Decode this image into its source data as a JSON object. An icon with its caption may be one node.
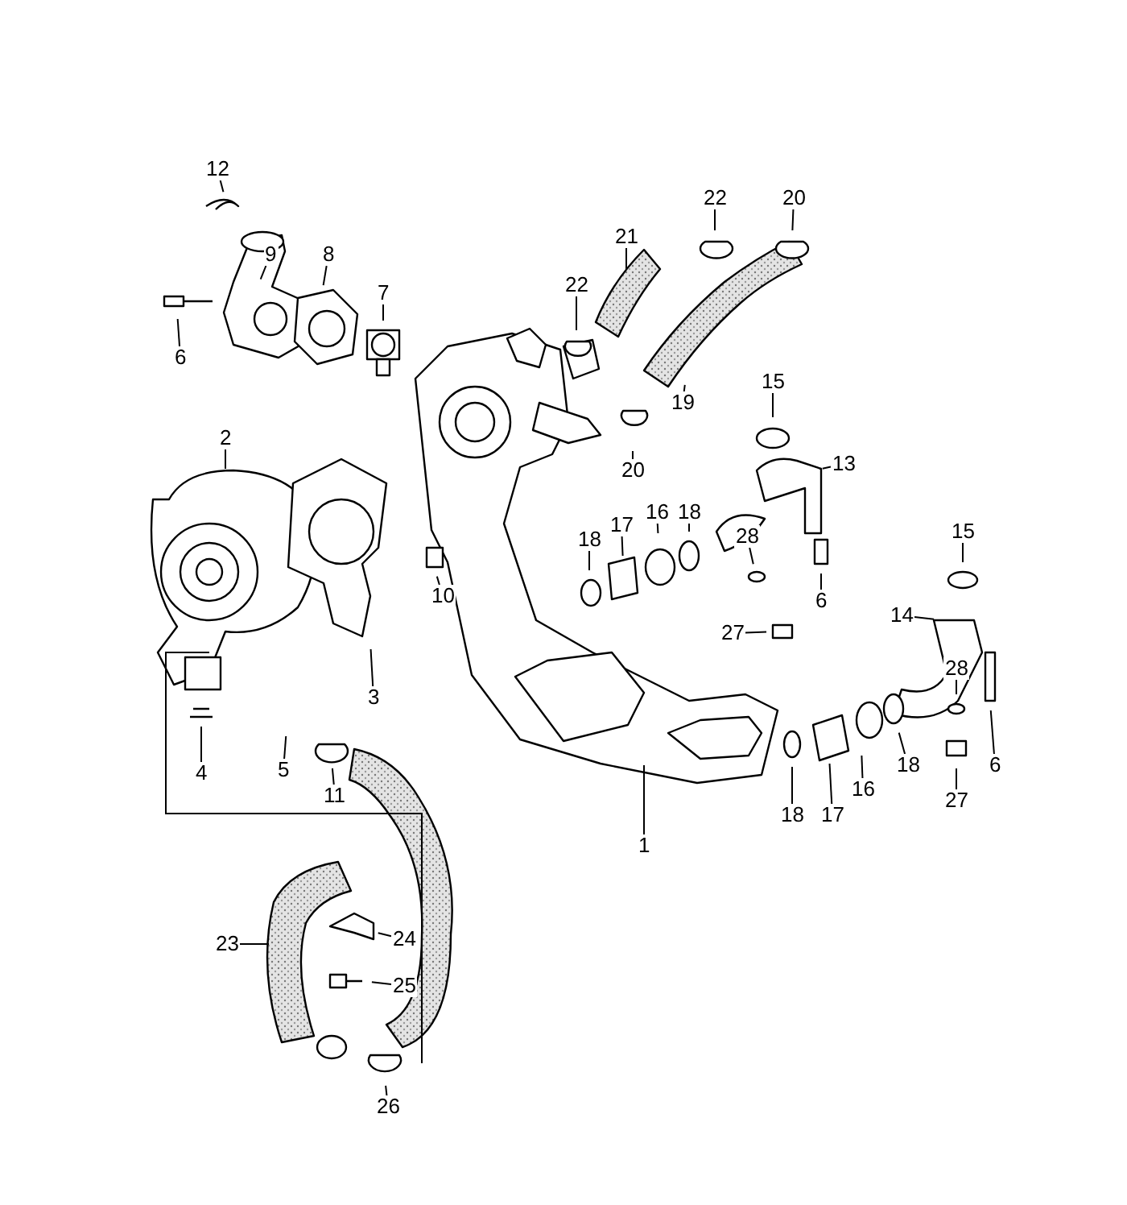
{
  "diagram": {
    "nodes": [
      {
        "text": [
          "12"
        ]
      },
      {
        "text": [
          "22"
        ]
      },
      {
        "text": [
          "20"
        ]
      },
      {
        "text": [
          "21"
        ]
      },
      {
        "text": [
          "9"
        ]
      },
      {
        "text": [
          "8"
        ]
      },
      {
        "text": [
          "22"
        ]
      },
      {
        "text": [
          "7"
        ]
      },
      {
        "text": [
          "6"
        ]
      },
      {
        "text": [
          "15"
        ]
      },
      {
        "text": [
          "19"
        ]
      },
      {
        "text": [
          "2"
        ]
      },
      {
        "text": [
          "20"
        ]
      },
      {
        "text": [
          "13"
        ]
      },
      {
        "text": [
          "16"
        ]
      },
      {
        "text": [
          "18"
        ]
      },
      {
        "text": [
          "15"
        ]
      },
      {
        "text": [
          "18"
        ]
      },
      {
        "text": [
          "17"
        ]
      },
      {
        "text": [
          "28"
        ]
      },
      {
        "text": [
          "10"
        ]
      },
      {
        "text": [
          "6"
        ]
      },
      {
        "text": [
          "27"
        ]
      },
      {
        "text": [
          "14"
        ]
      },
      {
        "text": [
          "3"
        ]
      },
      {
        "text": [
          "28"
        ]
      },
      {
        "text": [
          "18"
        ]
      },
      {
        "text": [
          "16"
        ]
      },
      {
        "text": [
          "6"
        ]
      },
      {
        "text": [
          "4"
        ]
      },
      {
        "text": [
          "5"
        ]
      },
      {
        "text": [
          "11"
        ]
      },
      {
        "text": [
          "27"
        ]
      },
      {
        "text": [
          "18"
        ]
      },
      {
        "text": [
          "17"
        ]
      },
      {
        "text": [
          "1"
        ]
      },
      {
        "text": [
          "24"
        ]
      },
      {
        "text": [
          "23"
        ]
      },
      {
        "text": [
          "25"
        ]
      },
      {
        "text": [
          "26"
        ]
      }
    ],
    "edges": [
      {
        "from": 0,
        "to": null,
        "arrow": "none"
      },
      {
        "from": 1,
        "to": null,
        "arrow": "none"
      },
      {
        "from": 2,
        "to": null,
        "arrow": "none"
      },
      {
        "from": 3,
        "to": null,
        "arrow": "none"
      },
      {
        "from": 4,
        "to": null,
        "arrow": "none"
      },
      {
        "from": 5,
        "to": null,
        "arrow": "none"
      },
      {
        "from": 6,
        "to": null,
        "arrow": "none"
      },
      {
        "from": 7,
        "to": null,
        "arrow": "none"
      },
      {
        "from": 8,
        "to": null,
        "arrow": "none"
      },
      {
        "from": 9,
        "to": null,
        "arrow": "none"
      },
      {
        "from": 10,
        "to": null,
        "arrow": "none"
      },
      {
        "from": 11,
        "to": null,
        "arrow": "none"
      },
      {
        "from": 12,
        "to": null,
        "arrow": "none"
      },
      {
        "from": 13,
        "to": null,
        "arrow": "none"
      },
      {
        "from": 14,
        "to": null,
        "arrow": "none"
      },
      {
        "from": 15,
        "to": null,
        "arrow": "none"
      },
      {
        "from": 16,
        "to": null,
        "arrow": "none"
      },
      {
        "from": 17,
        "to": null,
        "arrow": "none"
      },
      {
        "from": 18,
        "to": null,
        "arrow": "none"
      },
      {
        "from": 19,
        "to": null,
        "arrow": "none"
      },
      {
        "from": 20,
        "to": null,
        "arrow": "none"
      },
      {
        "from": 21,
        "to": null,
        "arrow": "none"
      },
      {
        "from": 22,
        "to": null,
        "arrow": "none"
      },
      {
        "from": 23,
        "to": null,
        "arrow": "none"
      },
      {
        "from": 24,
        "to": null,
        "arrow": "none"
      },
      {
        "from": 25,
        "to": null,
        "arrow": "none"
      },
      {
        "from": 26,
        "to": null,
        "arrow": "none"
      },
      {
        "from": 27,
        "to": null,
        "arrow": "none"
      },
      {
        "from": 28,
        "to": null,
        "arrow": "none"
      },
      {
        "from": 29,
        "to": null,
        "arrow": "none"
      },
      {
        "from": 30,
        "to": null,
        "arrow": "none"
      },
      {
        "from": 31,
        "to": null,
        "arrow": "none"
      },
      {
        "from": 32,
        "to": null,
        "arrow": "none"
      },
      {
        "from": 33,
        "to": null,
        "arrow": "none"
      },
      {
        "from": 34,
        "to": null,
        "arrow": "none"
      },
      {
        "from": 35,
        "to": null,
        "arrow": "none"
      },
      {
        "from": 36,
        "to": null,
        "arrow": "none"
      },
      {
        "from": 37,
        "to": null,
        "arrow": "none"
      },
      {
        "from": 38,
        "to": null,
        "arrow": "none"
      },
      {
        "from": 39,
        "to": null,
        "arrow": "none"
      }
    ]
  }
}
